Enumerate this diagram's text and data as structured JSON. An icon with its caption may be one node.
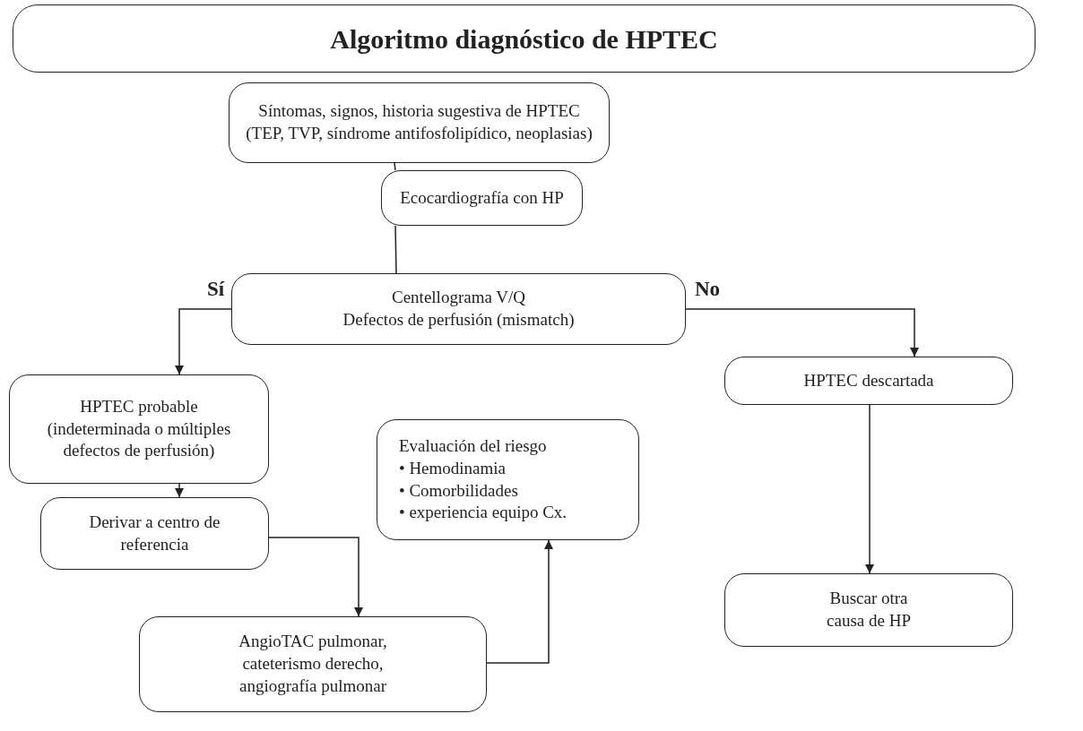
{
  "diagram": {
    "nodes": [
      {
        "text": [
          "Algoritmo diagnóstico de HPTEC"
        ]
      },
      {
        "text": [
          "Síntomas, signos, historia sugestiva de HPTEC (TEP, TVP, síndrome antifosfolipídico, neoplasias)"
        ]
      },
      {
        "text": [
          "Ecocardiografía con HP"
        ]
      },
      {
        "text": [
          "Centellograma V/Q",
          "Defectos de perfusión (mismatch)"
        ]
      },
      {
        "text": [
          "HPTEC probable",
          "(indeterminada o múltiples defectos de perfusión)"
        ]
      },
      {
        "text": [
          "HPTEC descartada"
        ]
      },
      {
        "text": [
          "Evaluación del riesgo",
          "• Hemodinamia",
          "• Comorbilidades",
          "• experiencia equipo Cx."
        ]
      },
      {
        "text": [
          "Derivar a centro de referencia"
        ]
      },
      {
        "text": [
          "AngioTAC pulmonar, cateterismo derecho, angiografía pulmonar"
        ]
      },
      {
        "text": [
          "Buscar otra causa de HP"
        ]
      }
    ],
    "edges": [
      {
        "from": 1,
        "to": 2,
        "arrow": "none"
      },
      {
        "from": 2,
        "to": 3,
        "arrow": "none"
      },
      {
        "from": 3,
        "to": 4,
        "arrow": "to",
        "label": "Sí"
      },
      {
        "from": 3,
        "to": 5,
        "arrow": "to",
        "label": "No"
      },
      {
        "from": 4,
        "to": 7,
        "arrow": "to"
      },
      {
        "from": 7,
        "to": 8,
        "arrow": "to"
      },
      {
        "from": 8,
        "to": 6,
        "arrow": "to"
      },
      {
        "from": 5,
        "to": 9,
        "arrow": "to"
      }
    ]
  }
}
